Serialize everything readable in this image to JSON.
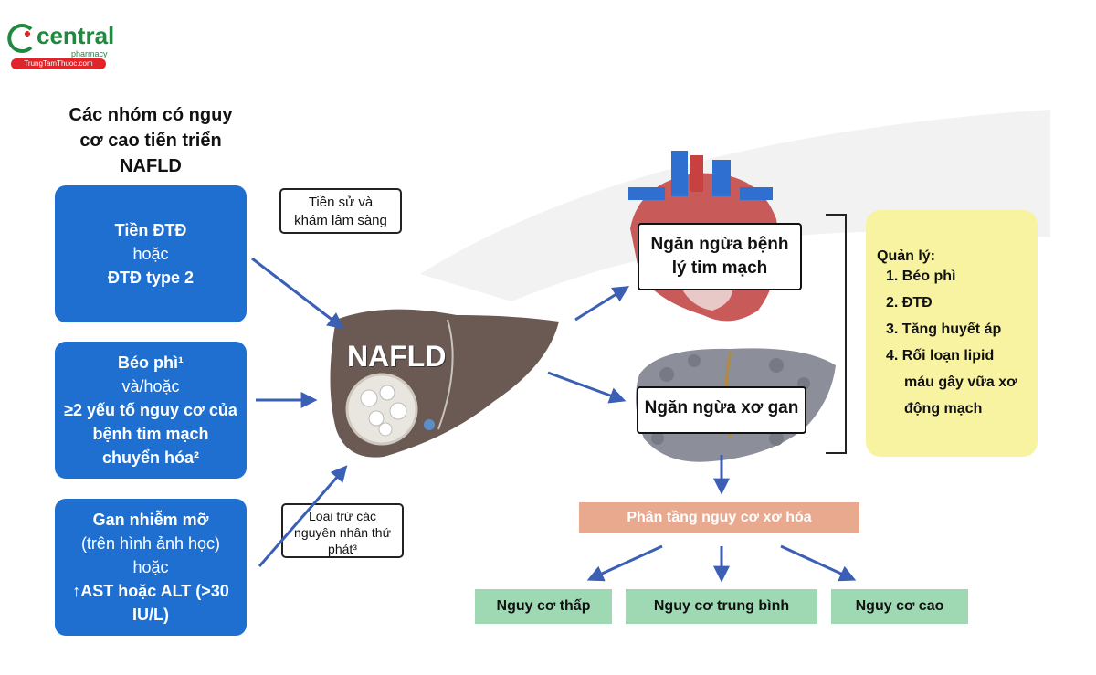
{
  "logo": {
    "brand": "central",
    "sub": "pharmacy",
    "url": "TrungTamThuoc.com"
  },
  "heading": [
    "Các nhóm có nguy",
    "cơ cao tiến triển",
    "NAFLD"
  ],
  "risk_groups": [
    {
      "lines": [
        {
          "text": "Tiền ĐTĐ",
          "bold": true
        },
        {
          "text": "hoặc",
          "bold": false
        },
        {
          "text": "ĐTĐ type 2",
          "bold": true
        }
      ]
    },
    {
      "lines": [
        {
          "text": "Béo phì¹",
          "bold": true
        },
        {
          "text": "và/hoặc",
          "bold": false
        },
        {
          "text": "≥2 yếu tố nguy cơ của",
          "bold": true
        },
        {
          "text": "bệnh tim mạch",
          "bold": true
        },
        {
          "text": "chuyển hóa²",
          "bold": true
        }
      ]
    },
    {
      "lines": [
        {
          "text": "Gan nhiễm mỡ",
          "bold": true
        },
        {
          "text": "(trên hình ảnh học)",
          "bold": false
        },
        {
          "text": "hoặc",
          "bold": false
        },
        {
          "text": "↑AST hoặc ALT (>30",
          "bold": true
        },
        {
          "text": "IU/L)",
          "bold": true
        }
      ]
    }
  ],
  "note_history": [
    "Tiền sử và",
    "khám lâm sàng"
  ],
  "note_exclude": [
    "Loại trừ các",
    "nguyên nhân thứ",
    "phát³"
  ],
  "liver_label": "NAFLD",
  "target_cv": [
    "Ngăn ngừa bệnh",
    "lý tim mạch"
  ],
  "target_liver": "Ngăn ngừa xơ gan",
  "management": {
    "title": "Quản lý:",
    "items": [
      "1. Béo phì",
      "2. ĐTĐ",
      "3. Tăng huyết áp",
      "4. Rối loạn lipid",
      "máu gây vữa xơ",
      "động mạch"
    ]
  },
  "stratification": "Phân tầng nguy cơ xơ hóa",
  "risk_levels": [
    "Nguy cơ thấp",
    "Nguy cơ trung bình",
    "Nguy cơ cao"
  ],
  "colors": {
    "blue_box": "#1f6fd1",
    "arrow": "#3b5fb5",
    "yellow": "#f8f3a0",
    "strat": "#e8a98f",
    "risk": "#9fd9b4"
  }
}
